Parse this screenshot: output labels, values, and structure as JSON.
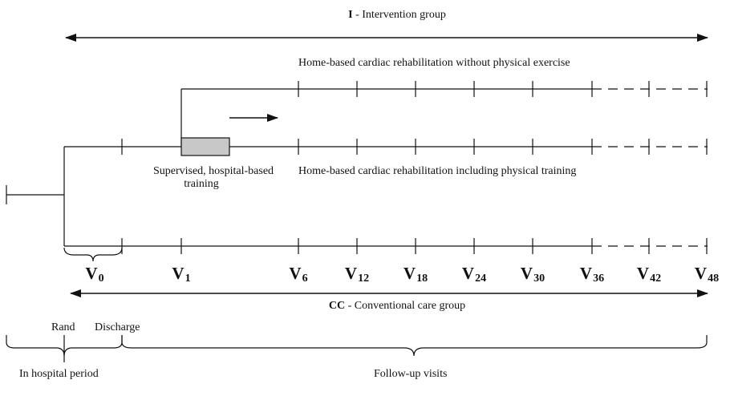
{
  "intervention": {
    "abbrev": "I",
    "label": " - Intervention group"
  },
  "conventional": {
    "abbrev": "CC",
    "label": " - Conventional care group"
  },
  "arms": {
    "without_exercise": "Home-based cardiac rehabilitation without physical exercise",
    "with_training": "Home-based cardiac rehabilitation including physical training"
  },
  "supervised": {
    "line1": "Supervised, hospital-based",
    "line2": "training"
  },
  "visits": [
    {
      "v": "V",
      "n": "0"
    },
    {
      "v": "V",
      "n": "1"
    },
    {
      "v": "V",
      "n": "6"
    },
    {
      "v": "V",
      "n": "12"
    },
    {
      "v": "V",
      "n": "18"
    },
    {
      "v": "V",
      "n": "24"
    },
    {
      "v": "V",
      "n": "30"
    },
    {
      "v": "V",
      "n": "36"
    },
    {
      "v": "V",
      "n": "42"
    },
    {
      "v": "V",
      "n": "48"
    }
  ],
  "timeline": {
    "rand": "Rand",
    "discharge": "Discharge",
    "hospital_period": "In hospital period",
    "followup": "Follow-up visits"
  },
  "colors": {
    "line": "#111111",
    "box_fill": "#c8c8c8"
  }
}
